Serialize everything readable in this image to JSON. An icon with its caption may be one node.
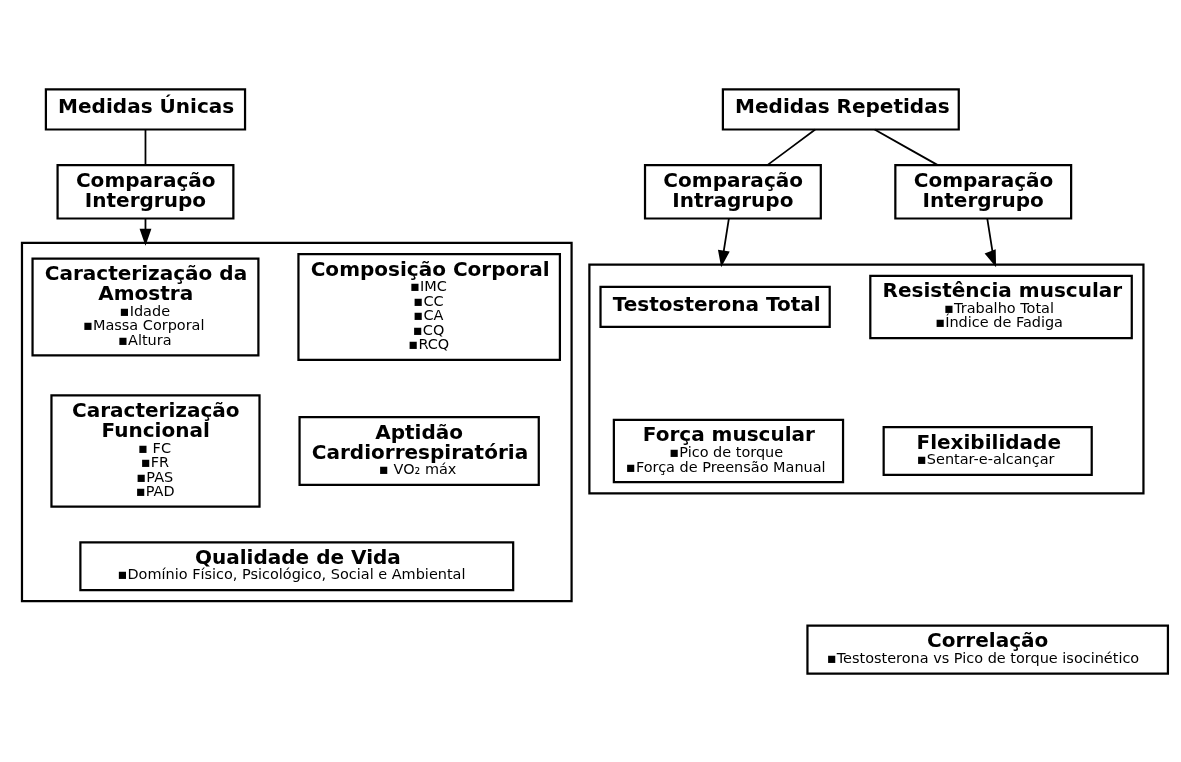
{
  "diagram": {
    "nodes": [
      {
        "text": [
          "Medidas Únicas"
        ]
      },
      {
        "text": [
          "Comparação Intergrupo"
        ]
      },
      {
        "text": [],
        "shape": "box"
      },
      {
        "text": [
          "Caracterização da Amostra",
          "▪Idade",
          "▪Massa Corporal",
          "▪Altura"
        ],
        "in": 2
      },
      {
        "text": [
          "Composição Corporal",
          "▪IMC",
          "▪CC",
          "▪CA",
          "▪CQ",
          "▪RCQ"
        ],
        "in": 2
      },
      {
        "text": [
          "Caracterização Funcional",
          "▪ FC",
          "▪FR",
          "▪PAS",
          "▪PAD"
        ],
        "in": 2
      },
      {
        "text": [
          "Aptidão Cardiorrespiratória",
          "▪ VO₂ máx"
        ],
        "in": 2
      },
      {
        "text": [
          "Qualidade de Vida",
          "▪Domínio Físico, Psicológico, Social e Ambiental"
        ],
        "in": 2
      },
      {
        "text": [
          "Medidas Repetidas"
        ]
      },
      {
        "text": [
          "Comparação Intragrupo"
        ]
      },
      {
        "text": [
          "Comparação Intergrupo"
        ]
      },
      {
        "text": [],
        "shape": "box"
      },
      {
        "text": [
          "Testosterona Total"
        ],
        "in": 11
      },
      {
        "text": [
          "Resistência muscular",
          "▪Trabalho Total",
          "▪Índice de Fadiga"
        ],
        "in": 11
      },
      {
        "text": [
          "Força muscular",
          "▪Pico de torque",
          "▪Força de Preensão Manual"
        ],
        "in": 11
      },
      {
        "text": [
          "Flexibilidade",
          "▪Sentar-e-alcançar"
        ],
        "in": 11
      },
      {
        "text": [
          "Correlação",
          "▪Testosterona vs Pico de torque isocinético"
        ]
      }
    ],
    "edges": [
      {
        "from": 0,
        "to": 1,
        "arrow": "none"
      },
      {
        "from": 1,
        "to": 2,
        "arrow": "to"
      },
      {
        "from": 8,
        "to": 9,
        "arrow": "none"
      },
      {
        "from": 8,
        "to": 10,
        "arrow": "none"
      },
      {
        "from": 9,
        "to": 11,
        "arrow": "to"
      },
      {
        "from": 10,
        "to": 11,
        "arrow": "to"
      }
    ]
  }
}
